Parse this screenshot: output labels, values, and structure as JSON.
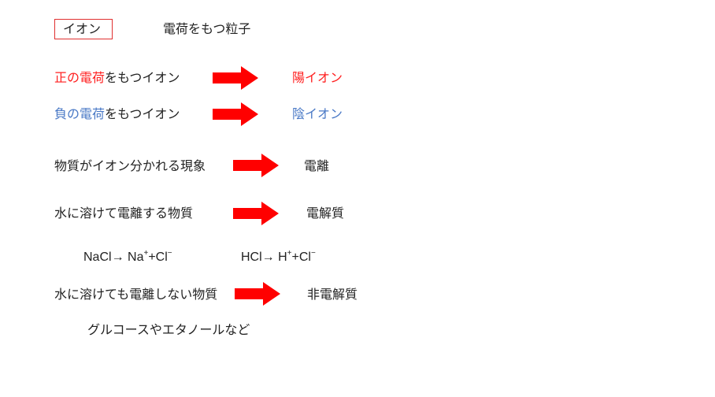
{
  "title": {
    "label": "イオン",
    "definition": "電荷をもつ粒子"
  },
  "rows": [
    {
      "lead_colored": "正の電荷",
      "lead_rest": "をもつイオン",
      "result": "陽イオン",
      "color": "#ff1f1f"
    },
    {
      "lead_colored": "負の電荷",
      "lead_rest": "をもつイオン",
      "result": "陰イオン",
      "color": "#4a79c6"
    }
  ],
  "ionization": {
    "desc": "物質がイオン分かれる現象",
    "result": "電離"
  },
  "electrolyte": {
    "desc": "水に溶けて電離する物質",
    "result": "電解質"
  },
  "formulas": {
    "f1_left": "NaCl→ Na",
    "f1_sup1": "+",
    "f1_mid": "+Cl",
    "f1_sup2": "−",
    "f2_left": "HCl→ H",
    "f2_sup1": "+",
    "f2_mid": "+Cl",
    "f2_sup2": "−"
  },
  "non_electrolyte": {
    "desc": "水に溶けても電離しない物質",
    "result": "非電解質",
    "examples": "グルコースやエタノールなど"
  },
  "colors": {
    "arrow": "#ff0000",
    "positive": "#ff1f1f",
    "negative": "#4a79c6",
    "title_border": "#e03030"
  }
}
